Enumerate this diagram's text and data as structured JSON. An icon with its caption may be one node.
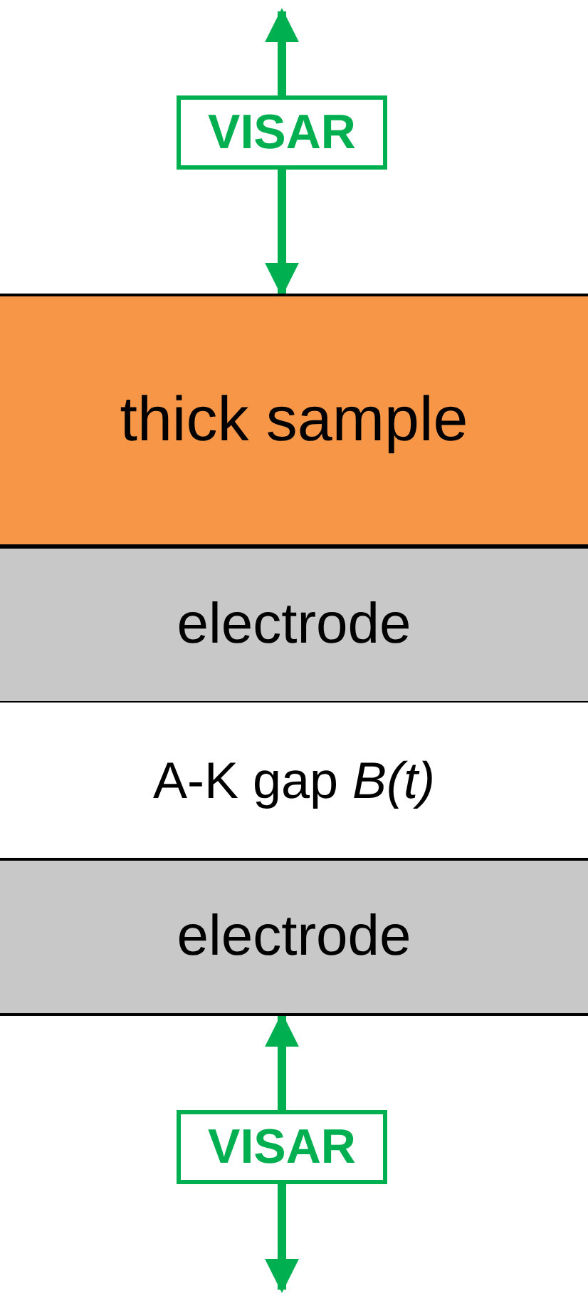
{
  "diagram": {
    "nodes": [
      {
        "text": [
          "VISAR"
        ]
      },
      {
        "text": [
          "thick sample"
        ]
      },
      {
        "text": [
          "electrode"
        ]
      },
      {
        "text": [
          "A-K gap *B(t)*"
        ]
      },
      {
        "text": [
          "electrode"
        ]
      },
      {
        "text": [
          "VISAR"
        ]
      }
    ],
    "edges": [
      {
        "from": 0,
        "to": null,
        "arrow": "to"
      },
      {
        "from": 0,
        "to": 1,
        "arrow": "to"
      },
      {
        "from": 5,
        "to": 4,
        "arrow": "to"
      },
      {
        "from": 5,
        "to": null,
        "arrow": "to"
      }
    ]
  }
}
